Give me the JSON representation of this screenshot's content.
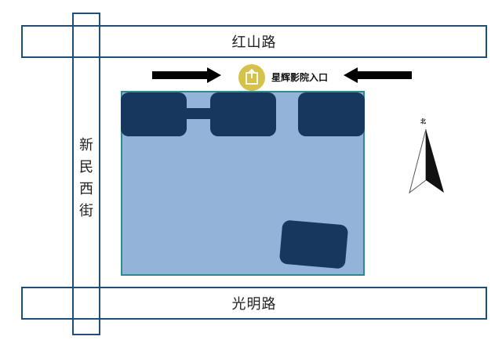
{
  "map": {
    "roads": {
      "top": "红山路",
      "bottom": "光明路",
      "vertical": [
        "新",
        "民",
        "西",
        "街"
      ]
    },
    "entrance": {
      "label": "星辉影院入口",
      "icon": "entrance-door-icon"
    },
    "compass": {
      "label": "北",
      "icon": "north-arrow-icon"
    },
    "colors": {
      "road_border": "#1f4e79",
      "plot_fill": "#94b3d8",
      "plot_border": "#2e8b8b",
      "building_fill": "#17375e",
      "entrance_icon_fill": "#d4c24a",
      "arrow_fill": "#000000"
    }
  }
}
